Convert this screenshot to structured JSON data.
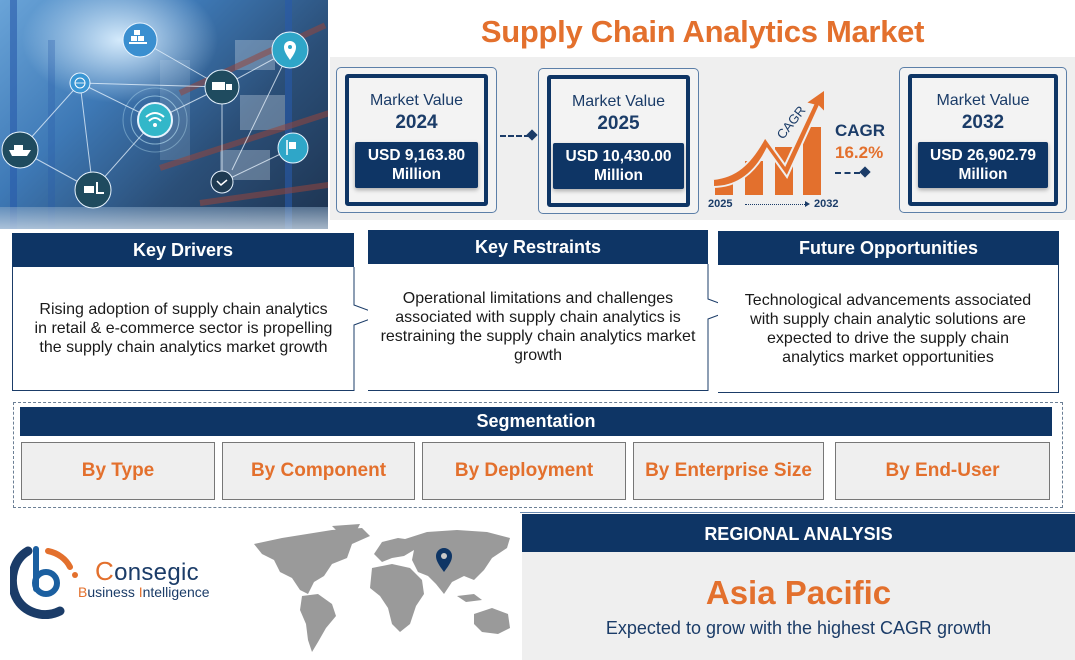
{
  "title": "Supply Chain Analytics Market",
  "market_values": [
    {
      "label": "Market Value",
      "year": "2024",
      "value": "USD 9,163.80",
      "unit": "Million"
    },
    {
      "label": "Market Value",
      "year": "2025",
      "value": "USD 10,430.00",
      "unit": "Million"
    },
    {
      "label": "Market Value",
      "year": "2032",
      "value": "USD 26,902.79",
      "unit": "Million"
    }
  ],
  "cagr": {
    "graphic_label": "CAGR",
    "label": "CAGR",
    "value": "16.2%",
    "start_year": "2025",
    "end_year": "2032"
  },
  "insights": {
    "drivers": {
      "heading": "Key Drivers",
      "text": "Rising adoption of supply chain analytics in retail & e-commerce sector is propelling the supply chain analytics market growth"
    },
    "restraints": {
      "heading": "Key Restraints",
      "text": "Operational limitations and challenges associated with supply chain analytics is restraining the supply chain analytics market growth"
    },
    "opportunities": {
      "heading": "Future Opportunities",
      "text": "Technological advancements associated with supply chain analytic solutions are expected to drive the supply chain analytics market opportunities"
    }
  },
  "segmentation": {
    "heading": "Segmentation",
    "items": [
      "By Type",
      "By Component",
      "By Deployment",
      "By Enterprise Size",
      "By End-User"
    ]
  },
  "brand": {
    "name_initial": "C",
    "name_rest": "onsegic",
    "sub_initial_1": "B",
    "sub_word_1": "usiness ",
    "sub_initial_2": "I",
    "sub_word_2": "ntelligence"
  },
  "regional": {
    "heading": "REGIONAL ANALYSIS",
    "region": "Asia Pacific",
    "description": "Expected to grow with the highest CAGR growth"
  },
  "hero_icons": [
    "boxes-icon",
    "location-pin-icon",
    "globe-icon",
    "truck-icon",
    "wifi-icon",
    "ship-icon",
    "forklift-icon",
    "hand-truck-icon",
    "handshake-icon"
  ],
  "colors": {
    "navy": "#0e3565",
    "orange": "#e3702d",
    "panel_grey": "#efefef",
    "map_grey": "#9a9a9a"
  }
}
